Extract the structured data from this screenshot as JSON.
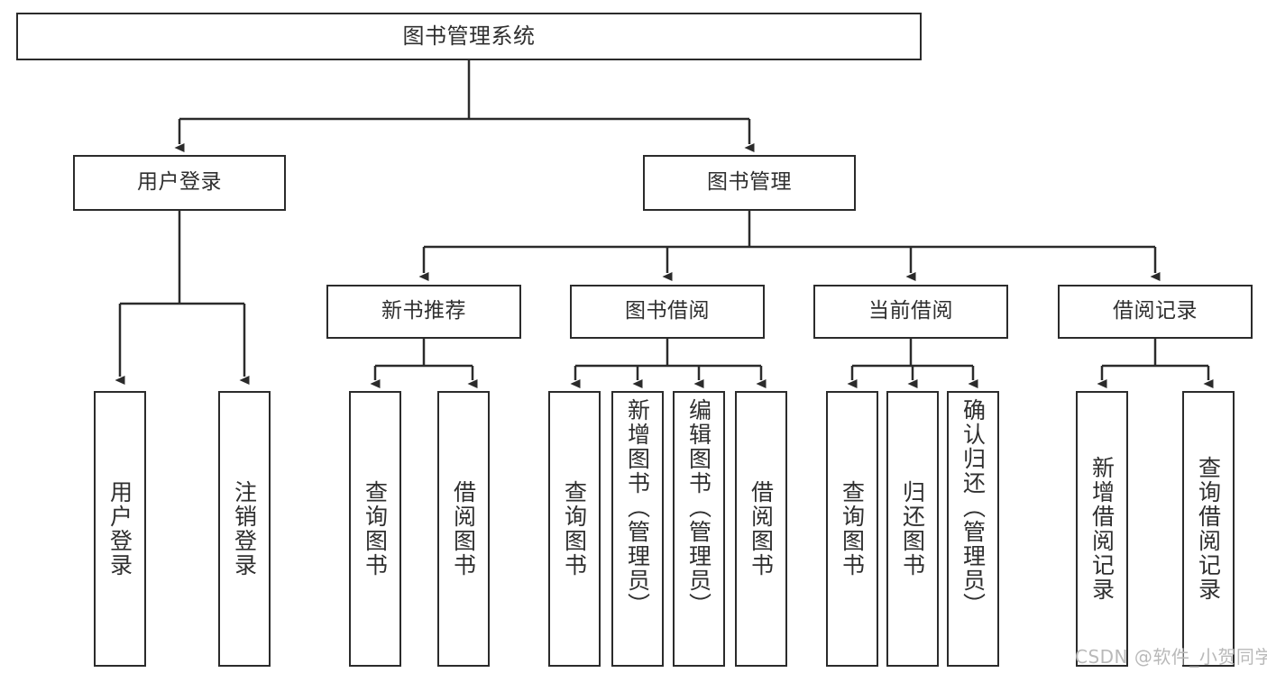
{
  "diagram": {
    "title": "图书管理系统",
    "watermark": "CSDN @软件_小贺同学",
    "root": {
      "label": "图书管理系统"
    },
    "level2": [
      {
        "label": "用户登录"
      },
      {
        "label": "图书管理"
      }
    ],
    "level3": [
      {
        "label": "新书推荐"
      },
      {
        "label": "图书借阅"
      },
      {
        "label": "当前借阅"
      },
      {
        "label": "借阅记录"
      }
    ],
    "leaves": {
      "user_login": [
        {
          "label": "用户登录"
        },
        {
          "label": "注销登录"
        }
      ],
      "new_book_recommend": [
        {
          "label": "查询图书"
        },
        {
          "label": "借阅图书"
        }
      ],
      "book_borrow": [
        {
          "label": "查询图书"
        },
        {
          "label": "新增图书（管理员）"
        },
        {
          "label": "编辑图书（管理员）"
        },
        {
          "label": "借阅图书"
        }
      ],
      "current_borrow": [
        {
          "label": "查询图书"
        },
        {
          "label": "归还图书"
        },
        {
          "label": "确认归还（管理员）"
        }
      ],
      "borrow_record": [
        {
          "label": "新增借阅记录"
        },
        {
          "label": "查询借阅记录"
        }
      ]
    },
    "colors": {
      "stroke": "#2b2b2b",
      "text": "#2f2f2f",
      "background": "#ffffff",
      "watermark": "#b9b9b9"
    }
  }
}
